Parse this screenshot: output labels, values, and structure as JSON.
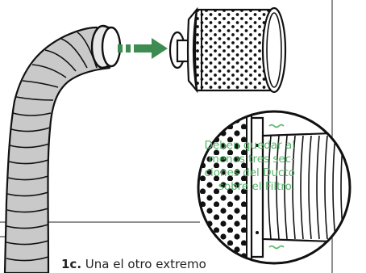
{
  "note": {
    "lines": [
      "Deben quedar al",
      "menos tres sec-",
      "ciones del Ducto",
      "sobre el Filtro."
    ]
  },
  "caption": {
    "step": "1c.",
    "text": " Una el otro extremo"
  },
  "icons": {
    "arrow": "arrow-right-icon",
    "duct": "flexible-duct",
    "filter": "carbon-filter",
    "detail": "magnified-connection-detail"
  },
  "colors": {
    "accent_green": "#55b76a",
    "arrow_green": "#3e8c52",
    "duct_fill": "#c9c9c9",
    "outline": "#111111"
  }
}
